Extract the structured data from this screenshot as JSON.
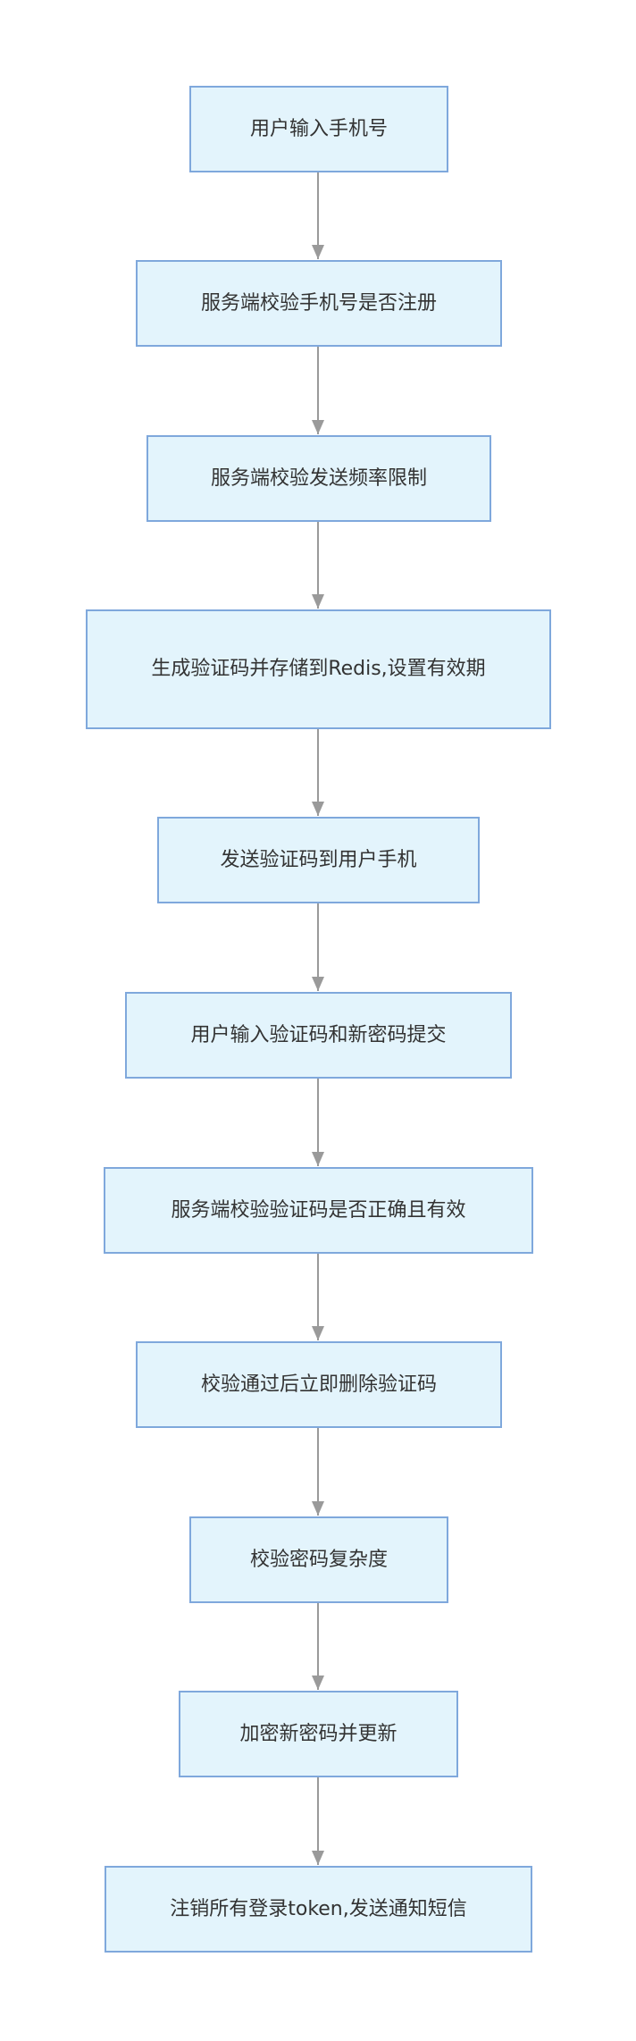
{
  "colors": {
    "node_fill": "#e3f4fc",
    "node_border": "#7fa8dc",
    "connector": "#9a9a9a",
    "text": "#333333"
  },
  "flow": {
    "steps": [
      "用户输入手机号",
      "服务端校验手机号是否注册",
      "服务端校验发送频率限制",
      "生成验证码并存储到Redis,设置有效期",
      "发送验证码到用户手机",
      "用户输入验证码和新密码提交",
      "服务端校验验证码是否正确且有效",
      "校验通过后立即删除验证码",
      "校验密码复杂度",
      "加密新密码并更新",
      "注销所有登录token,发送通知短信"
    ]
  }
}
